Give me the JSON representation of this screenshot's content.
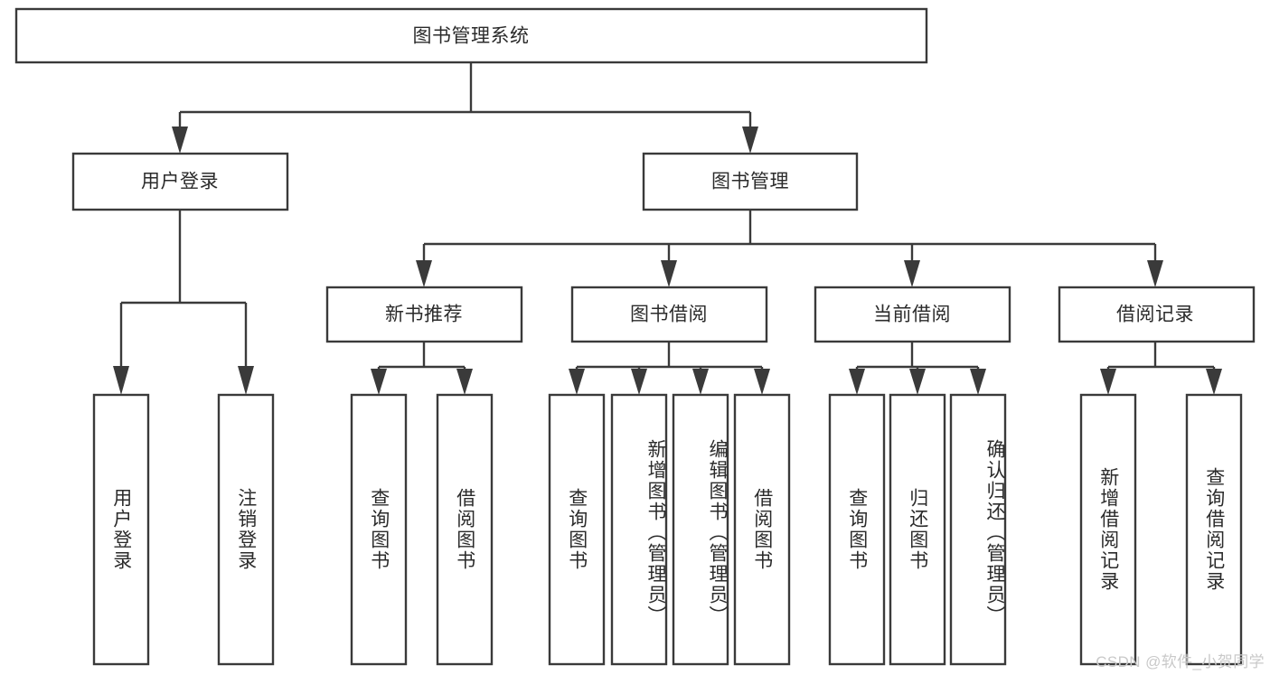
{
  "diagram": {
    "type": "tree-hierarchy",
    "title": "图书管理系统",
    "orientation": "top-down",
    "colors": {
      "stroke": "#3a3a3a",
      "box_fill": "#ffffff",
      "text": "#2b2b2b",
      "background": "#ffffff",
      "watermark": "#c9c9c9"
    },
    "nodes": {
      "root": {
        "label": "图书管理系统",
        "level": 0
      },
      "level1": [
        {
          "id": "user-login",
          "label": "用户登录"
        },
        {
          "id": "book-manage",
          "label": "图书管理"
        }
      ],
      "level2": [
        {
          "id": "new-book-recommend",
          "label": "新书推荐",
          "parent": "book-manage"
        },
        {
          "id": "book-borrow",
          "label": "图书借阅",
          "parent": "book-manage"
        },
        {
          "id": "current-borrow",
          "label": "当前借阅",
          "parent": "book-manage"
        },
        {
          "id": "borrow-record",
          "label": "借阅记录",
          "parent": "book-manage"
        }
      ],
      "leaves": [
        {
          "id": "leaf-user-login",
          "label": "用户登录",
          "parent": "user-login"
        },
        {
          "id": "leaf-logout",
          "label": "注销登录",
          "parent": "user-login"
        },
        {
          "id": "leaf-query-book-1",
          "label": "查询图书",
          "parent": "new-book-recommend"
        },
        {
          "id": "leaf-borrow-book-1",
          "label": "借阅图书",
          "parent": "new-book-recommend"
        },
        {
          "id": "leaf-query-book-2",
          "label": "查询图书",
          "parent": "book-borrow"
        },
        {
          "id": "leaf-add-book",
          "label": "新增图书（管理员）",
          "parent": "book-borrow"
        },
        {
          "id": "leaf-edit-book",
          "label": "编辑图书（管理员）",
          "parent": "book-borrow"
        },
        {
          "id": "leaf-borrow-book-2",
          "label": "借阅图书",
          "parent": "book-borrow"
        },
        {
          "id": "leaf-query-book-3",
          "label": "查询图书",
          "parent": "current-borrow"
        },
        {
          "id": "leaf-return-book",
          "label": "归还图书",
          "parent": "current-borrow"
        },
        {
          "id": "leaf-confirm-return",
          "label": "确认归还（管理员）",
          "parent": "current-borrow"
        },
        {
          "id": "leaf-add-record",
          "label": "新增借阅记录",
          "parent": "borrow-record"
        },
        {
          "id": "leaf-query-record",
          "label": "查询借阅记录",
          "parent": "borrow-record"
        }
      ]
    },
    "watermark": "CSDN @软件_小贺同学"
  }
}
